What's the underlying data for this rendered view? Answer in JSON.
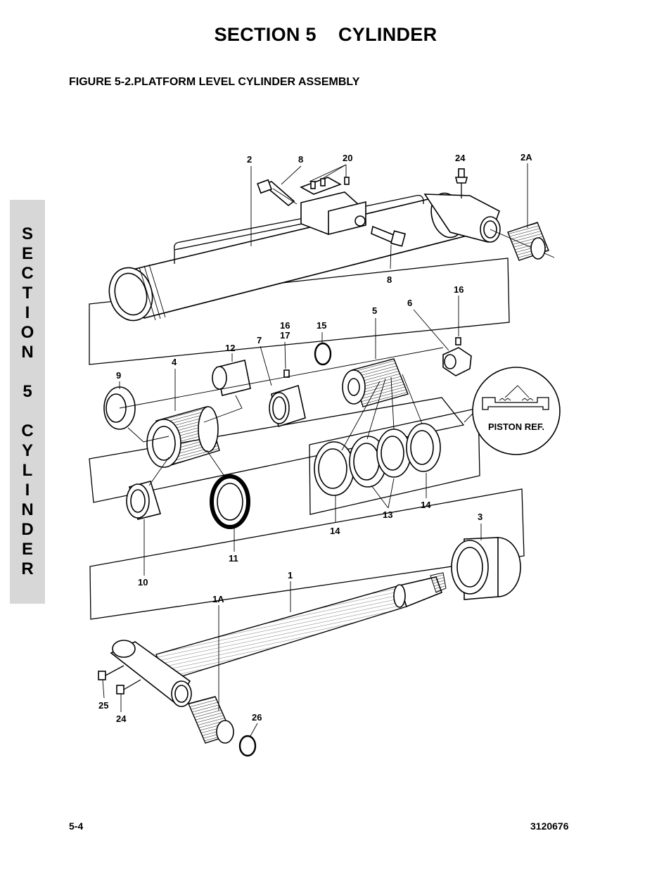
{
  "header": {
    "section_title": "SECTION 5    CYLINDER",
    "figure_title": "FIGURE 5-2.PLATFORM LEVEL CYLINDER ASSEMBLY"
  },
  "side_tab": {
    "letters": [
      "S",
      "E",
      "C",
      "T",
      "I",
      "O",
      "N",
      "",
      "5",
      "",
      "C",
      "Y",
      "L",
      "I",
      "N",
      "D",
      "E",
      "R"
    ]
  },
  "diagram": {
    "callouts": {
      "c2": "2",
      "c8a": "8",
      "c20": "20",
      "c24a": "24",
      "c2A": "2A",
      "c8b": "8",
      "c16a": "16",
      "c6": "6",
      "c5": "5",
      "c15": "15",
      "c16b": "16",
      "c17": "17",
      "c7": "7",
      "c12": "12",
      "c4": "4",
      "c9": "9",
      "c14a": "14",
      "c14b": "14",
      "c13": "13",
      "c11": "11",
      "c10": "10",
      "c3": "3",
      "c1": "1",
      "c1A": "1A",
      "c25": "25",
      "c24b": "24",
      "c26": "26"
    },
    "piston_ref_label": "PISTON REF."
  },
  "footer": {
    "page_number": "5-4",
    "doc_number": "3120676"
  }
}
